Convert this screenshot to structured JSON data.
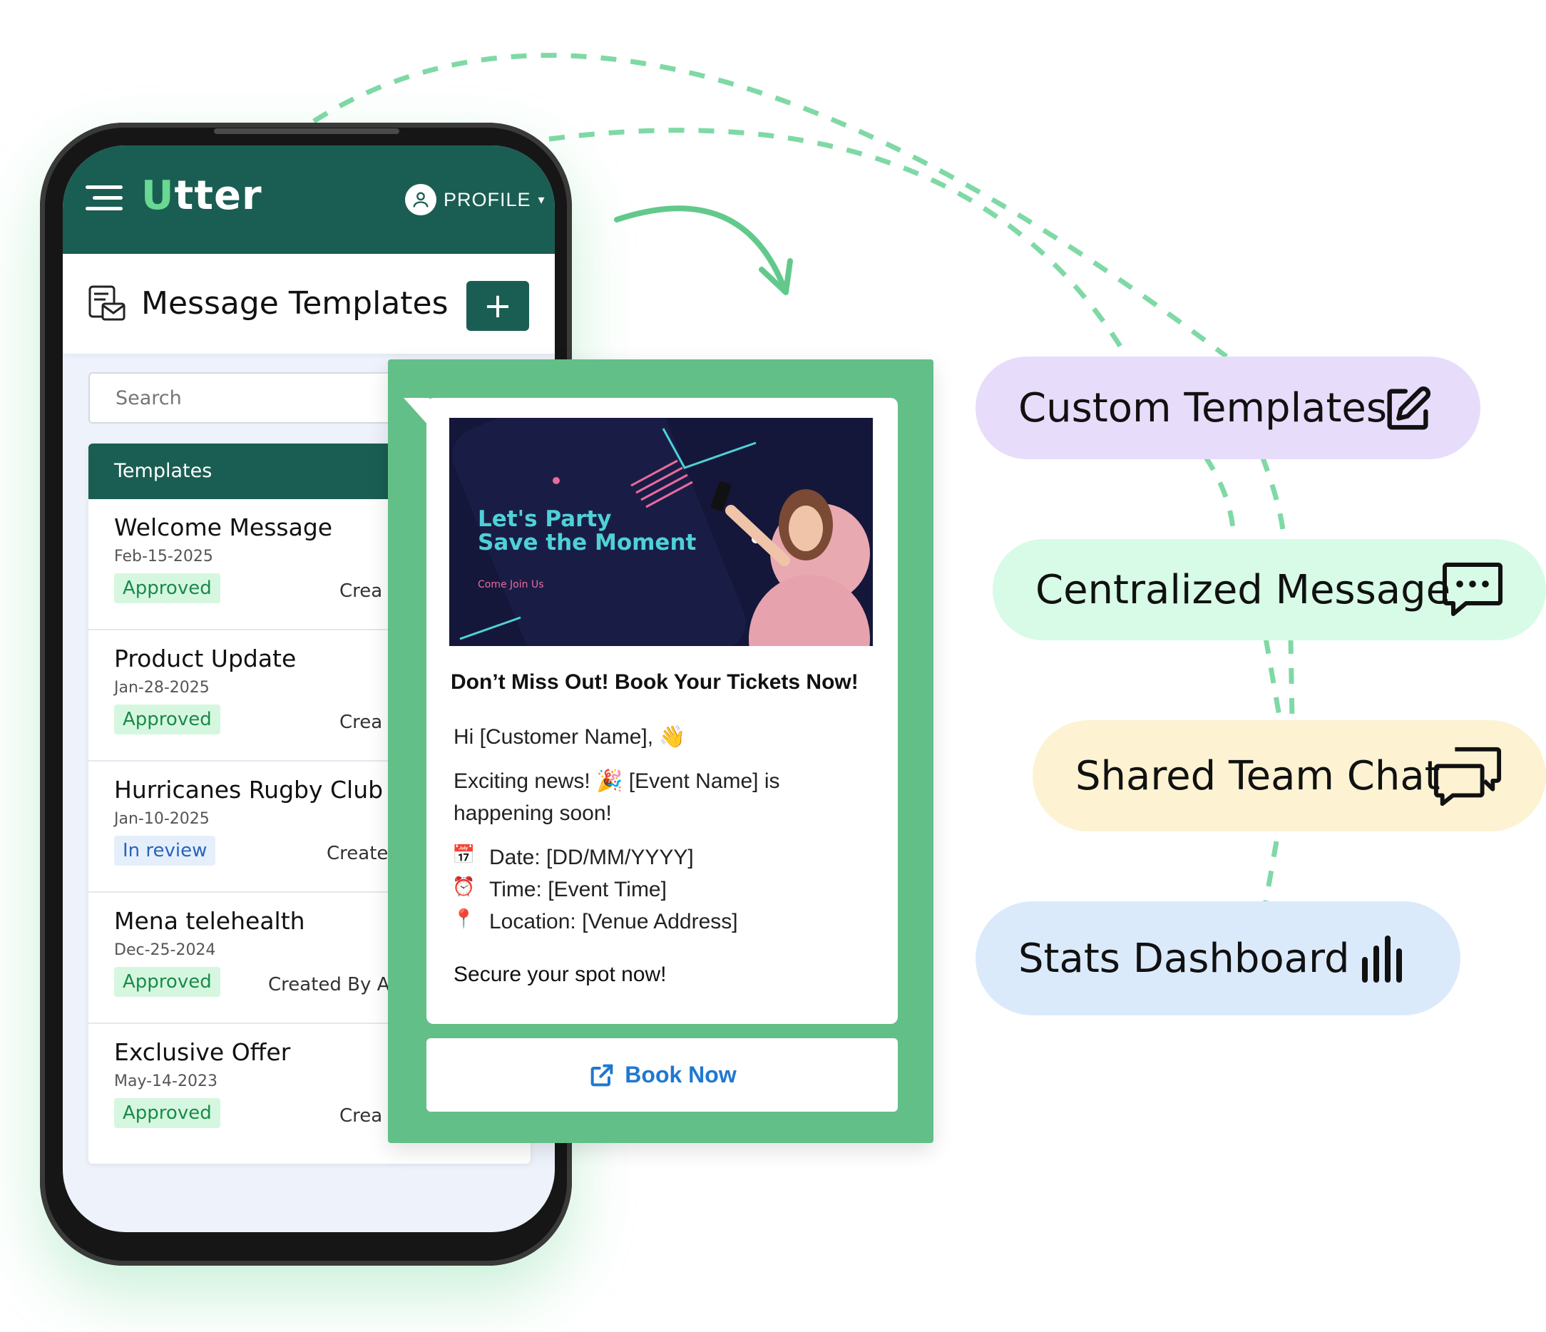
{
  "app": {
    "logo": "Utter",
    "profile_label": "PROFILE",
    "page_title": "Message Templates",
    "add_label": "+",
    "search_placeholder": "Search",
    "list_header": "Templates"
  },
  "templates": [
    {
      "name": "Welcome Message",
      "date": "Feb-15-2025",
      "status": "Approved",
      "created": "Crea"
    },
    {
      "name": "Product Update",
      "date": "Jan-28-2025",
      "status": "Approved",
      "created": "Crea"
    },
    {
      "name": "Hurricanes Rugby Club",
      "date": "Jan-10-2025",
      "status": "In review",
      "created": "Create"
    },
    {
      "name": "Mena telehealth",
      "date": "Dec-25-2024",
      "status": "Approved",
      "created": "Created By As"
    },
    {
      "name": "Exclusive Offer",
      "date": "May-14-2023",
      "status": "Approved",
      "created": "Crea"
    }
  ],
  "preview": {
    "banner_line1": "Let's Party",
    "banner_line2": "Save the Moment",
    "banner_sub": "Come Join Us",
    "heading": "Don’t Miss Out! Book Your Tickets Now!",
    "greeting": "Hi [Customer Name], 👋",
    "news_line1": "Exciting news! 🎉 [Event Name] is",
    "news_line2": "happening soon!",
    "date_icon": "📅",
    "date": "Date: [DD/MM/YYYY]",
    "time_icon": "⏰",
    "time": "Time: [Event Time]",
    "location_icon": "📍",
    "location": "Location: [Venue Address]",
    "cta_text": "Secure your spot now!",
    "button_label": "Book Now"
  },
  "features": [
    {
      "label": "Custom Templates",
      "icon": "edit-icon",
      "color": "#e8dcfb"
    },
    {
      "label": "Centralized Message",
      "icon": "chat-bubble-icon",
      "color": "#d7fbe6"
    },
    {
      "label": "Shared Team Chat",
      "icon": "team-chat-icon",
      "color": "#fdf3d3"
    },
    {
      "label": "Stats Dashboard",
      "icon": "bar-chart-icon",
      "color": "#dbeafb"
    }
  ],
  "colors": {
    "brand": "#1a5e53",
    "accent_green": "#62bf88",
    "logo_accent": "#69d893",
    "link_blue": "#1f78d1"
  }
}
